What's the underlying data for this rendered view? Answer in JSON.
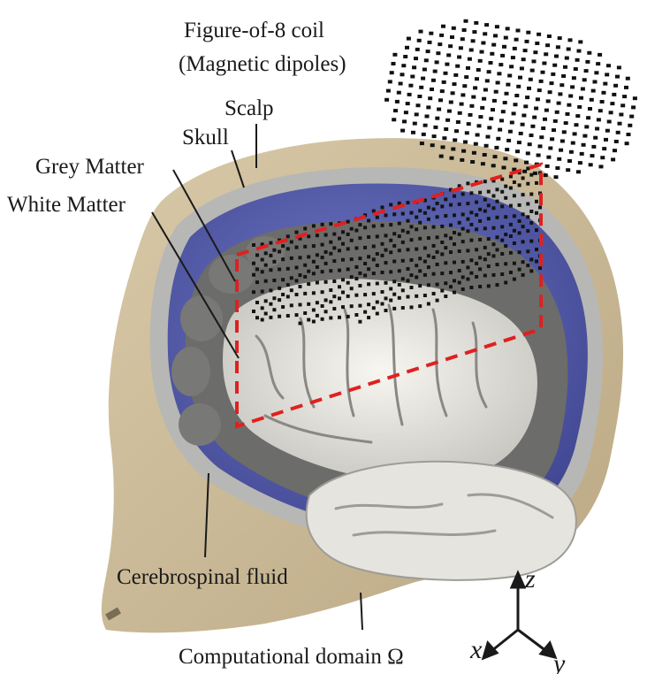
{
  "labels": {
    "coil_line1": "Figure-of-8 coil",
    "coil_line2": "(Magnetic dipoles)",
    "scalp": "Scalp",
    "skull": "Skull",
    "grey_matter": "Grey Matter",
    "white_matter": "White Matter",
    "csf": "Cerebrospinal fluid",
    "domain": "Computational domain Ω",
    "axis_z": "z",
    "axis_x": "x",
    "axis_y": "y"
  },
  "colors": {
    "scalp": "#c9b898",
    "skull": "#b9b9b9",
    "csf": "#5c64b4",
    "grey_matter": "#6e6e6c",
    "white_matter": "#eeece6",
    "coil": "#111111",
    "region_box": "#e02020"
  }
}
